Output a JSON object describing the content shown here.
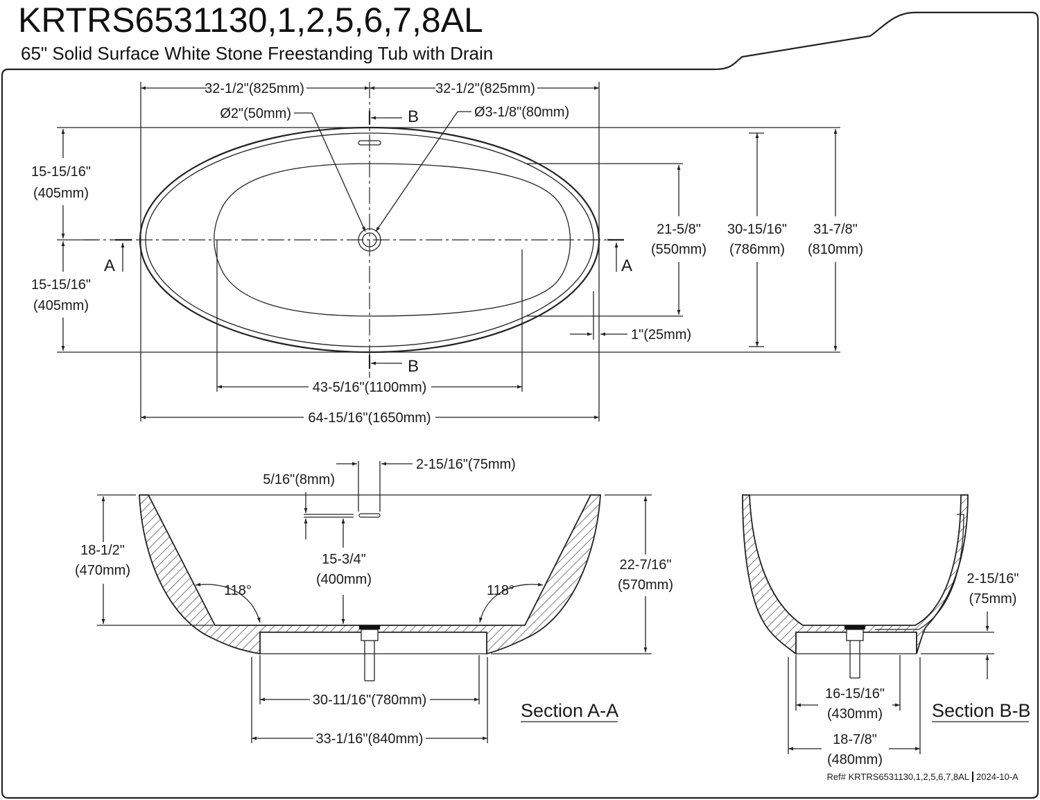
{
  "header": {
    "model": "KRTRS6531130,1,2,5,6,7,8AL",
    "description": "65\" Solid Surface White Stone Freestanding Tub with Drain"
  },
  "top_view": {
    "half_length_left": "32-1/2\"(825mm)",
    "half_length_right": "32-1/2\"(825mm)",
    "overflow_diameter": "Ø2\"(50mm)",
    "drain_diameter": "Ø3-1/8\"(80mm)",
    "section_b_top": "B",
    "section_b_bottom": "B",
    "section_a_left": "A",
    "section_a_right": "A",
    "half_width_upper": [
      "15-15/16\"",
      "(405mm)"
    ],
    "half_width_lower": [
      "15-15/16\"",
      "(405mm)"
    ],
    "inner_width": [
      "21-5/8\"",
      "(550mm)"
    ],
    "rim_width": [
      "30-15/16\"",
      "(786mm)"
    ],
    "overall_width": [
      "31-7/8\"",
      "(810mm)"
    ],
    "rim_thickness": "1\"(25mm)",
    "inner_length": "43-5/16\"(1100mm)",
    "overall_length": "64-15/16\"(1650mm)"
  },
  "section_a": {
    "title": "Section A-A",
    "overflow_offset": "2-15/16\"(75mm)",
    "overflow_height": "5/16\"(8mm)",
    "inner_depth": [
      "18-1/2\"",
      "(470mm)"
    ],
    "water_depth": [
      "15-3/4\"",
      "(400mm)"
    ],
    "overall_height": [
      "22-7/16\"",
      "(570mm)"
    ],
    "angle_left": "118°",
    "angle_right": "118°",
    "base_inner": "30-11/16\"(780mm)",
    "base_outer": "33-1/16\"(840mm)"
  },
  "section_b": {
    "title": "Section B-B",
    "base_height": [
      "2-15/16\"",
      "(75mm)"
    ],
    "base_inner": [
      "16-15/16\"",
      "(430mm)"
    ],
    "base_outer": [
      "18-7/8\"",
      "(480mm)"
    ]
  },
  "footer": {
    "ref_label": "Ref# KRTRS6531130,1,2,5,6,7,8AL",
    "revision": "2024-10-A"
  },
  "colors": {
    "ink": "#222222",
    "paper": "#ffffff"
  }
}
